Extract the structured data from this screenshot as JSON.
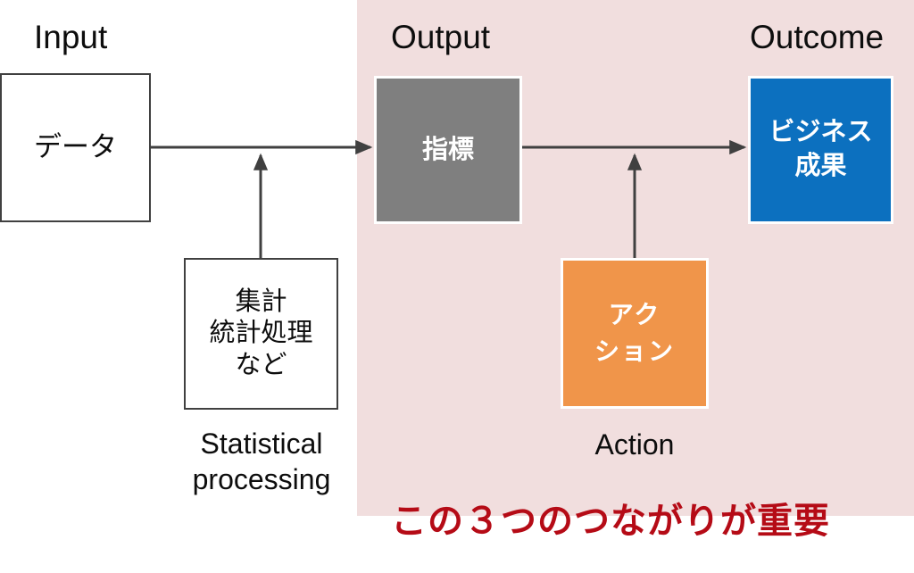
{
  "diagram": {
    "title_labels": {
      "input": "Input",
      "output": "Output",
      "outcome": "Outcome"
    },
    "boxes": {
      "data": {
        "label": "データ"
      },
      "statistics": {
        "label": "集計\n統計処理\nなど"
      },
      "metric": {
        "label": "指標"
      },
      "action": {
        "label": "アク\nション"
      },
      "outcome": {
        "label": "ビジネス\n成果"
      }
    },
    "captions": {
      "statistics": "Statistical\nprocessing",
      "action": "Action"
    },
    "emphasis": "この３つのつながりが重要",
    "colors": {
      "highlight_region": "#F1DEDE",
      "metric_box": "#7F7F7F",
      "action_box": "#F0954A",
      "outcome_box": "#0C70BF",
      "emphasis_text": "#B50B16",
      "arrow": "#404040",
      "outline_box_border": "#404040"
    }
  }
}
